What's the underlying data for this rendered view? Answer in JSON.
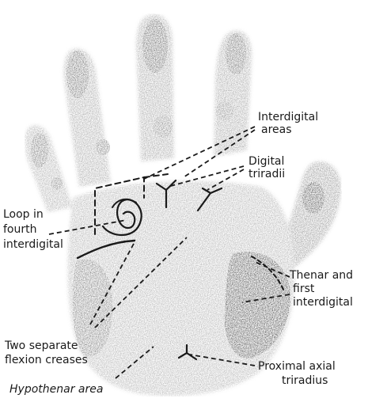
{
  "labels": {
    "interdigital": [
      "Interdigital",
      "areas"
    ],
    "digital_triradii": [
      "Digital",
      "triradii"
    ],
    "loop": [
      "Loop in",
      "fourth",
      "interdigital"
    ],
    "thenar": [
      "Thenar and",
      "first",
      "interdigital"
    ],
    "flexion": [
      "Two separate",
      "flexion creases"
    ],
    "proximal": [
      "Proximal axial",
      "triradius"
    ],
    "hypothenar": [
      "Hypothenar area"
    ]
  },
  "colors": {
    "ink": "#1a1a1a",
    "print_dark": "#6b6b6b",
    "print_light": "#c4c4c4"
  }
}
